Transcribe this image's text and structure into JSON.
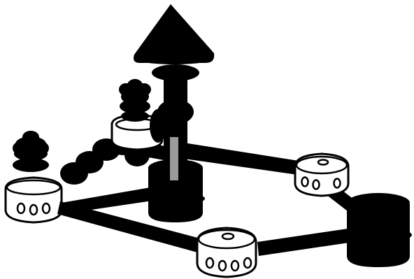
{
  "illustration": {
    "subject": "molecular-model-construction-kit",
    "colors": {
      "ink": "#000000",
      "paper": "#ffffff",
      "shaft_highlight": "#9a9a9a"
    },
    "counts": {
      "white_hub_connectors": 4,
      "black_hub_connectors": 2,
      "stacked_black_pegs": 3,
      "arrow_tips": 1
    }
  }
}
